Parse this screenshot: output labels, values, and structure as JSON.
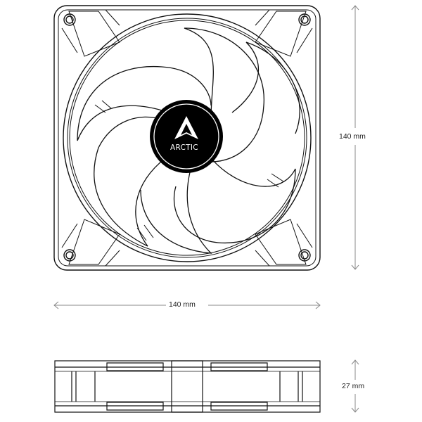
{
  "product": {
    "brand": "ARCTIC",
    "logo_icon": "arctic-triangle-logo-icon"
  },
  "dimensions": {
    "height": {
      "value": "140",
      "unit": "mm",
      "label": "140 mm"
    },
    "width": {
      "value": "140",
      "unit": "mm",
      "label": "140 mm"
    },
    "depth": {
      "value": "27",
      "unit": "mm",
      "label": "27 mm"
    }
  },
  "views": [
    {
      "name": "front-view"
    },
    {
      "name": "side-view"
    }
  ],
  "colors": {
    "line": "#111111",
    "dimension_line": "#888888",
    "hub": "#000000",
    "background": "#ffffff"
  }
}
